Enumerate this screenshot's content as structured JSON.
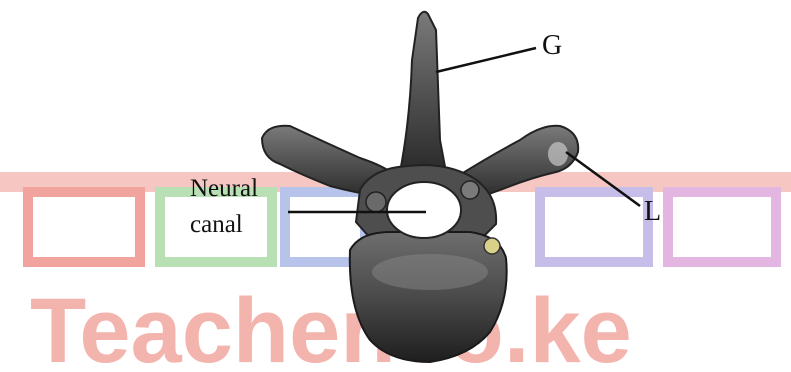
{
  "labels": {
    "g": "G",
    "l": "L",
    "neural_line1": "Neural",
    "neural_line2": "canal"
  },
  "watermark": {
    "text": "Teacher.co.ke",
    "color": "#e8392f"
  }
}
